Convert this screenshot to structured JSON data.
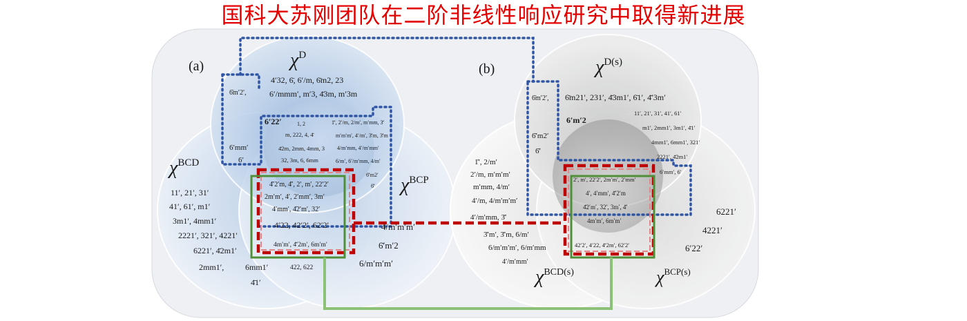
{
  "headline": "国科大苏刚团队在二阶非线性响应研究中取得新进展",
  "panel_a": {
    "label": "(a)",
    "chi": "χ",
    "top_sup": "D",
    "left_sup": "BCD",
    "right_sup": "BCP",
    "groups": {
      "top1": "4′32, 6̄, 6′/m, 6̄m2, 23",
      "top2": "6′/mmm′, m′3, 4̄3m,  m′3m",
      "top_ul": "6̄m′2′,",
      "tl_a": "6′22′",
      "tl_b": "6′mm′",
      "tl_c": "6′",
      "center1": "1, 2",
      "center2": "m, 222, 4, 4̄",
      "center3": "4̄2m, 2mm, 4mm, 3",
      "center4": "32, 3m, 6, 6mm",
      "tr1": "1̄′, 2′/m, 2/m′, m′mm, 3̄′",
      "tr2": "m′m′m′, 4′/m′, 3̄′m, 3̄′m",
      "tr3": "4/m′mm, 4′/m′mm′",
      "tr4": "6/m′, 6′/m′mm, 4/m′",
      "tr5": "6̄′m2′",
      "tr6": "6̄′",
      "left1": "11′, 21′, 31′",
      "left2": "41′, 61′, m1′",
      "left3": "3m1′, 4mm1′",
      "left4": "2221′, 321′, 4221′",
      "left5": "6221′, 4̄2m1′",
      "left6": "2mm1′,",
      "left7": "6mm1′",
      "left8": "4̄1′",
      "mid1": "4̄′2′m, 4̄′, 2′, m′, 22′2′",
      "mid2": "2m′m′, 4′, 2′mm′, 3m′",
      "mid3": "4′mm′, 4̄2′m′, 32′",
      "mid4": "4′22, 42′2′, 62′2′",
      "mid5": "4m′m′, 4̄′2m′, 6m′m′",
      "bottom_mid": "422, 622",
      "right1": "4/m′m′m′",
      "right2": "6̄′m′2",
      "right3": "6/m′m′m′"
    }
  },
  "panel_b": {
    "label": "(b)",
    "chi": "χ",
    "top_sup": "D(s)",
    "left_sup": "BCD(s)",
    "right_sup": "BCP(s)",
    "groups": {
      "top_ul": "6̄m′2′,",
      "top1": "6̄m21′, 231′, 4̄3m1′, 6̄1′,  4̄′3m′",
      "tl_a": "6′m′2",
      "tl_b": "6̄′m2′",
      "tl_c": "6̄′",
      "tr1": "11′, 21′, 31′, 41′, 61′",
      "tr2": "m1′, 2mm1′, 3m1′, 4̄1′",
      "tr3": "4mm1′, 6mm1′, 321′",
      "tr4": "2221′, 4̄2m1′",
      "tr5": "6′mm′, 6′",
      "left1": "1̄′, 2/m′",
      "left2": "2′/m, m′m′m′",
      "left3": "m′mm, 4/m′",
      "left4": "4′/m, 4/m′m′m′",
      "left5": "4′/m′mm, 3̄′",
      "left6": "3̄′m′, 3̄′m, 6/m′",
      "left7": "6/m′m′m′, 6/m′mm",
      "left8": "4′/m′mm′",
      "mid1": "2′, m′, 22′2′, 2m′m′, 2′mm′",
      "mid2": "4′, 4′mm′, 4̄′2′m",
      "mid3": "4̄2′m′, 32′, 3m′, 4̄′",
      "mid4": "4m′m′,   6m′m′",
      "mid5": "42′2′, 4′22, 4̄′2m′,  62′2′",
      "right1": "6221′",
      "right2": "4221′",
      "right3": "6′22′"
    }
  }
}
